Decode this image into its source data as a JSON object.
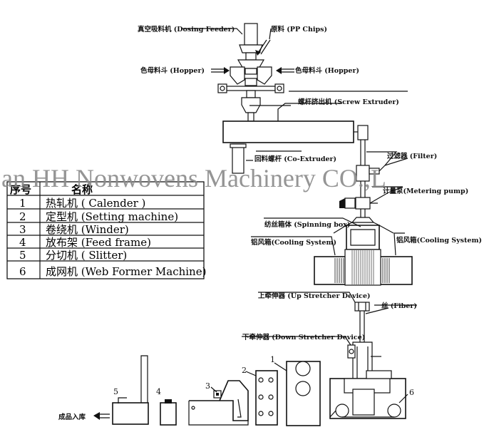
{
  "labels": {
    "dosing_feeder": "真空吸料机 (Dosing Feeder)",
    "raw_material": "原料 (PP Chips)",
    "hopper_left": "色母料斗 (Hopper)",
    "hopper_right": "色母料斗 (Hopper)",
    "screw_extruder": "螺杆挤出机 (Screw Extruder)",
    "co_extruder": "回料螺杆 (Co-Extruder)",
    "filter": "过滤器 (Filter)",
    "metering_pump": "计量泵(Metering pump)",
    "spinning_box": "纺丝箱体 (Spinning box)",
    "cooling_left": "铝风箱(Cooling System)",
    "cooling_right": "铝风箱(Cooling System)",
    "up_stretcher": "上牵伸器 (Up Stretcher Device)",
    "fiber": "丝 (Fiber)",
    "down_stretcher": "下牵伸器 (Down Stretcher Device)",
    "finished_storage": "成品入库"
  },
  "machine_numbers": {
    "n1": "1",
    "n2": "2",
    "n3": "3",
    "n4": "4",
    "n5": "5",
    "n6": "6"
  },
  "watermark": "an HH Nonwovens Machinery CO.,L",
  "table": {
    "header": {
      "index": "序号",
      "name": "名称"
    },
    "rows": [
      {
        "index": "1",
        "name": "热轧机 ( Calender )"
      },
      {
        "index": "2",
        "name": "定型机 (Setting machine)"
      },
      {
        "index": "3",
        "name": "卷绕机 (Winder)"
      },
      {
        "index": "4",
        "name": "放布架 (Feed frame)"
      },
      {
        "index": "5",
        "name": "分切机 ( Slitter)"
      },
      {
        "index": "6",
        "name": "成网机 (Web Former Machine)"
      }
    ]
  }
}
